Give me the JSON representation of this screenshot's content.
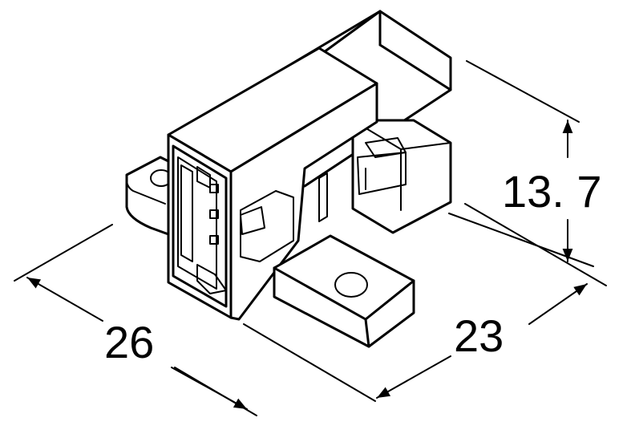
{
  "dimensions": {
    "depth": "26",
    "width": "23",
    "height": "13. 7"
  }
}
